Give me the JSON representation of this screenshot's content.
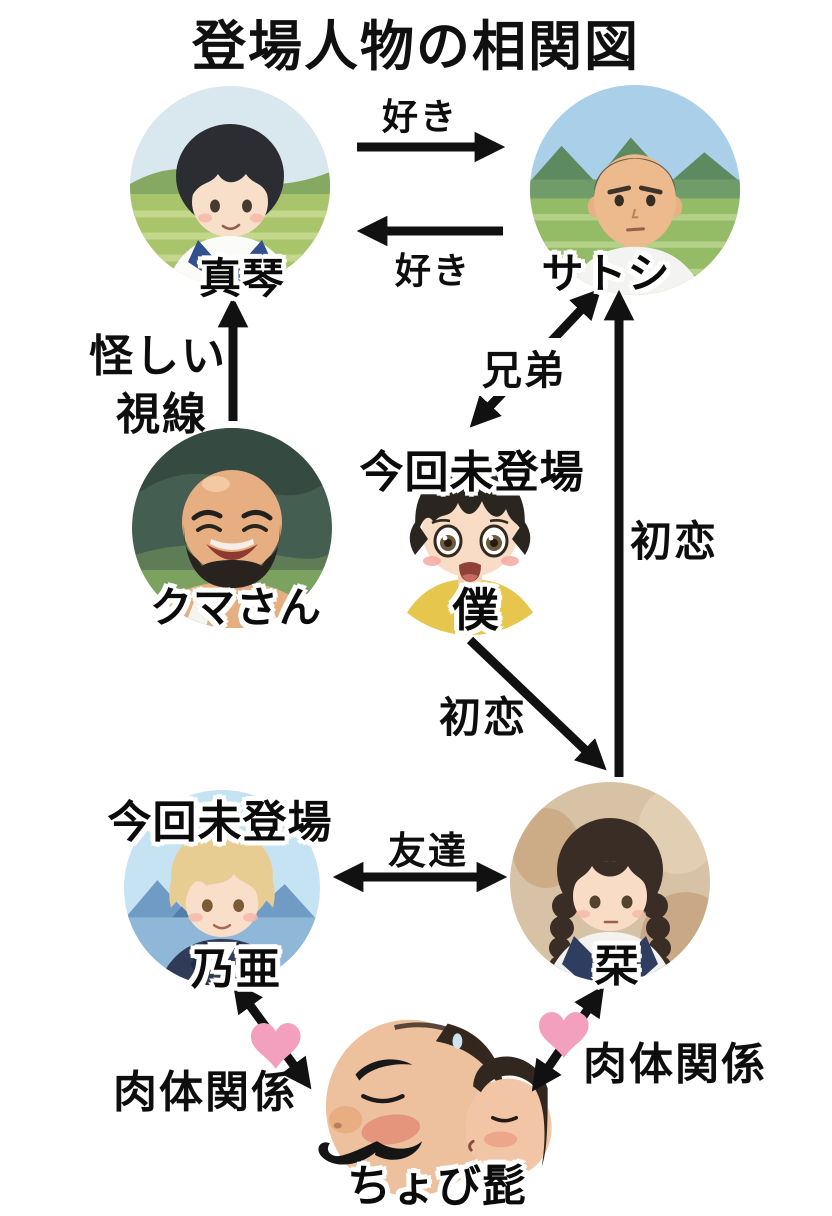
{
  "title": "登場人物の相関図",
  "characters": {
    "makoto": {
      "name": "真琴"
    },
    "satoshi": {
      "name": "サトシ"
    },
    "kumasan": {
      "name": "クマさん"
    },
    "boku": {
      "name": "僕",
      "badge": "今回未登場"
    },
    "noa": {
      "name": "乃亜",
      "badge": "今回未登場"
    },
    "shiori": {
      "name": "栞"
    },
    "chobihige": {
      "name": "ちょび髭"
    }
  },
  "relationships": {
    "suki_makoto_to_satoshi": {
      "label": "好き",
      "from": "真琴",
      "to": "サトシ",
      "mutual": false
    },
    "suki_satoshi_to_makoto": {
      "label": "好き",
      "from": "サトシ",
      "to": "真琴",
      "mutual": false
    },
    "ayashii_shisen": {
      "label_line1": "怪しい",
      "label_line2": "視線",
      "from": "クマさん",
      "to": "真琴",
      "mutual": false
    },
    "kyoudai": {
      "label": "兄弟",
      "from": "僕",
      "to": "サトシ",
      "mutual": true
    },
    "hatsukoi_shiori_satoshi": {
      "label": "初恋",
      "from": "栞",
      "to": "サトシ",
      "mutual": false
    },
    "hatsukoi_boku_shiori": {
      "label": "初恋",
      "from": "僕",
      "to": "栞",
      "mutual": false
    },
    "tomodachi": {
      "label": "友達",
      "from": "乃亜",
      "to": "栞",
      "mutual": true
    },
    "nikutai_noa_chobihige": {
      "label": "肉体関係",
      "from": "乃亜",
      "to": "ちょび髭",
      "mutual": true,
      "heart": true
    },
    "nikutai_shiori_chobihige": {
      "label": "肉体関係",
      "from": "栞",
      "to": "ちょび髭",
      "mutual": true,
      "heart": true
    }
  },
  "colors": {
    "arrow": "#111111",
    "heart": "#F2A0BE",
    "text": "#101010",
    "background": "#FFFFFF"
  }
}
